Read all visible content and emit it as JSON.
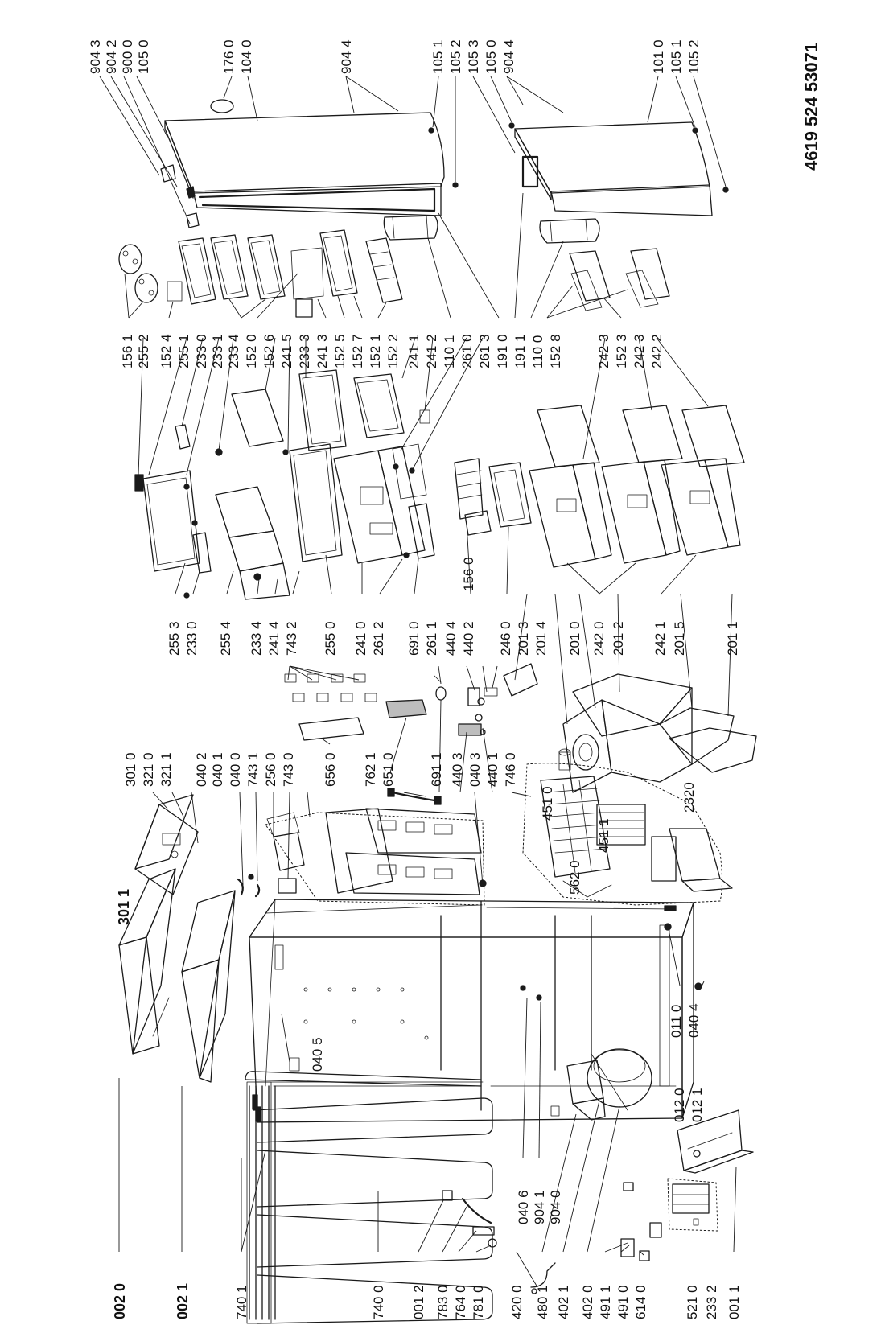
{
  "document_number": "4619 524 53071",
  "labels": {
    "l_0020": "002 0",
    "l_0021": "002 1",
    "l_7401": "740 1",
    "l_7400": "740 0",
    "l_0012": "001 2",
    "l_7830": "783 0",
    "l_7640": "764 0",
    "l_7810": "781 0",
    "l_4200": "420 0",
    "l_4801": "480 1",
    "l_4021": "402 1",
    "l_4020": "402 0",
    "l_4911": "491 1",
    "l_4910": "491 0",
    "l_6140": "614 0",
    "l_5210": "521 0",
    "l_2332": "233 2",
    "l_0011": "001 1",
    "l_0120": "012 0",
    "l_0121": "012 1",
    "l_0405": "040 5",
    "l_0406": "040 6",
    "l_9041": "904 1",
    "l_9040": "904 0",
    "l_0110": "011 0",
    "l_0404": "040 4",
    "l_3010": "301 0",
    "l_3210": "321 0",
    "l_3211": "321 1",
    "l_3011": "301 1",
    "l_0402": "040 2",
    "l_0401": "040 1",
    "l_0400": "040 0",
    "l_7431": "743 1",
    "l_2560": "256 0",
    "l_7430": "743 0",
    "l_6560": "656 0",
    "l_7621": "762 1",
    "l_6510": "651 0",
    "l_6911": "691 1",
    "l_4403": "440 3",
    "l_0403": "040 3",
    "l_4401": "440 1",
    "l_7460": "746 0",
    "l_4510": "451 0",
    "l_4511": "451 1",
    "l_5620": "562 0",
    "l_2320": "2320",
    "l_2553": "255 3",
    "l_2330": "233 0",
    "l_2554": "255 4",
    "l_2334": "233 4",
    "l_2414": "241 4",
    "l_7432": "743 2",
    "l_2550": "255 0",
    "l_2410": "241 0",
    "l_2612": "261 2",
    "l_6910": "691 0",
    "l_2611": "261 1",
    "l_4404": "440 4",
    "l_4402": "440 2",
    "l_1560": "156 0",
    "l_2460": "246 0",
    "l_2013": "201 3",
    "l_2014": "201 4",
    "l_2010": "201 0",
    "l_2420": "242 0",
    "l_2012": "201 2",
    "l_2421": "242 1",
    "l_2015": "201 5",
    "l_2011": "201 1",
    "l_1561": "156 1",
    "l_2552": "255 2",
    "l_1524": "152 4",
    "l_2551": "255 1",
    "l_2330b": "233 0",
    "l_2331": "233 1",
    "l_2334b": "233 4",
    "l_1520": "152 0",
    "l_1526": "152 6",
    "l_2415": "241 5",
    "l_2333": "233 3",
    "l_2413": "241 3",
    "l_1525": "152 5",
    "l_1527": "152 7",
    "l_1521": "152 1",
    "l_1522": "152 2",
    "l_2411": "241 1",
    "l_2412": "241 2",
    "l_1101": "110 1",
    "l_2610": "261 0",
    "l_2613": "261 3",
    "l_1910": "191 0",
    "l_1911": "191 1",
    "l_1100": "110 0",
    "l_1528": "152 8",
    "l_2423": "242 3",
    "l_1523": "152 3",
    "l_2423b": "242 3",
    "l_2422": "242 2",
    "l_9043": "904 3",
    "l_9042": "904 2",
    "l_9000": "900 0",
    "l_1050": "105 0",
    "l_1760": "176 0",
    "l_1040": "104 0",
    "l_9044": "904 4",
    "l_1051": "105 1",
    "l_1052": "105 2",
    "l_1053": "105 3",
    "l_1050b": "105 0",
    "l_9044b": "904 4",
    "l_1010": "101 0",
    "l_1051b": "105 1",
    "l_1052b": "105 2"
  }
}
